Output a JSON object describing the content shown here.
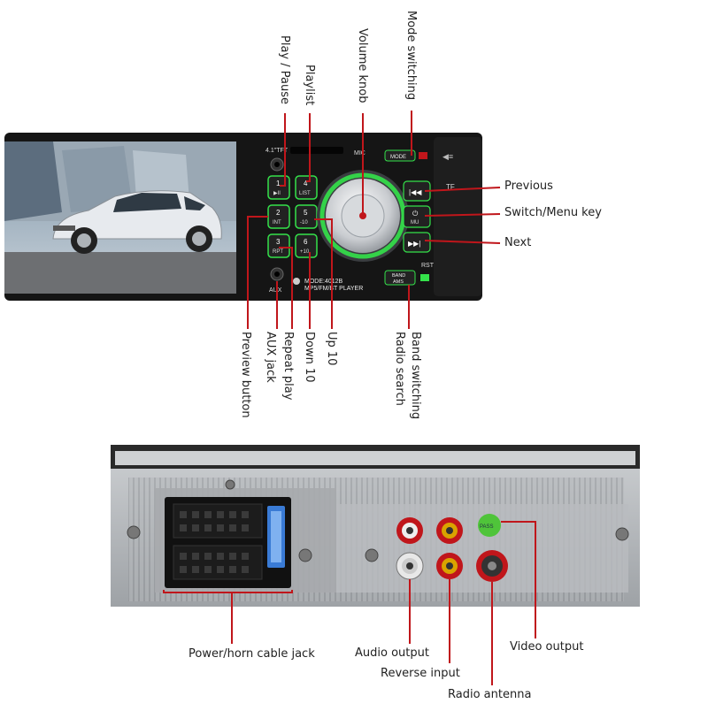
{
  "front_panel": {
    "screen_size": "4.1\"TFT",
    "mic_label": "MIC",
    "tf_label": "TF",
    "rst_label": "RST",
    "aux_port_label": "AUX",
    "model_line1": "MODE:4012B",
    "model_line2": "MP5/FM/BT PLAYER",
    "mode_button": "MODE",
    "band_button_line1": "BAND",
    "band_button_line2": "AMS",
    "mute_button_line2": "MU",
    "preset_buttons": [
      {
        "num": "1",
        "sub": "▶II"
      },
      {
        "num": "2",
        "sub": "INT"
      },
      {
        "num": "3",
        "sub": "RPT"
      },
      {
        "num": "4",
        "sub": "LIST"
      },
      {
        "num": "5",
        "sub": "-10"
      },
      {
        "num": "6",
        "sub": "+10"
      }
    ]
  },
  "callouts_top": {
    "play_pause": "Play / Pause",
    "playlist": "Playlist",
    "volume_knob": "Volume knob",
    "mode_switching": "Mode switching"
  },
  "callouts_right": {
    "previous": "Previous",
    "switch_menu": "Switch/Menu key",
    "next": "Next"
  },
  "callouts_bottom": {
    "preview_button": "Preview button",
    "aux_jack": "AUX jack",
    "repeat_play": "Repeat play",
    "down_10": "Down 10",
    "up_10": "Up 10",
    "band_switching": "Band switching",
    "radio_search": "Radio search"
  },
  "back_panel": {
    "pass_label": "PASS",
    "callouts": {
      "power_horn": "Power/horn cable jack",
      "audio_output": "Audio output",
      "reverse_input": "Reverse input",
      "radio_antenna": "Radio antenna",
      "video_output": "Video output"
    }
  },
  "colors": {
    "callout_line": "#c0161b",
    "button_glow": "#34e24a",
    "panel_black": "#111111",
    "rca_red": "#c0161b",
    "rca_yellow": "#d9a300",
    "rca_white": "#e8e8e8"
  }
}
